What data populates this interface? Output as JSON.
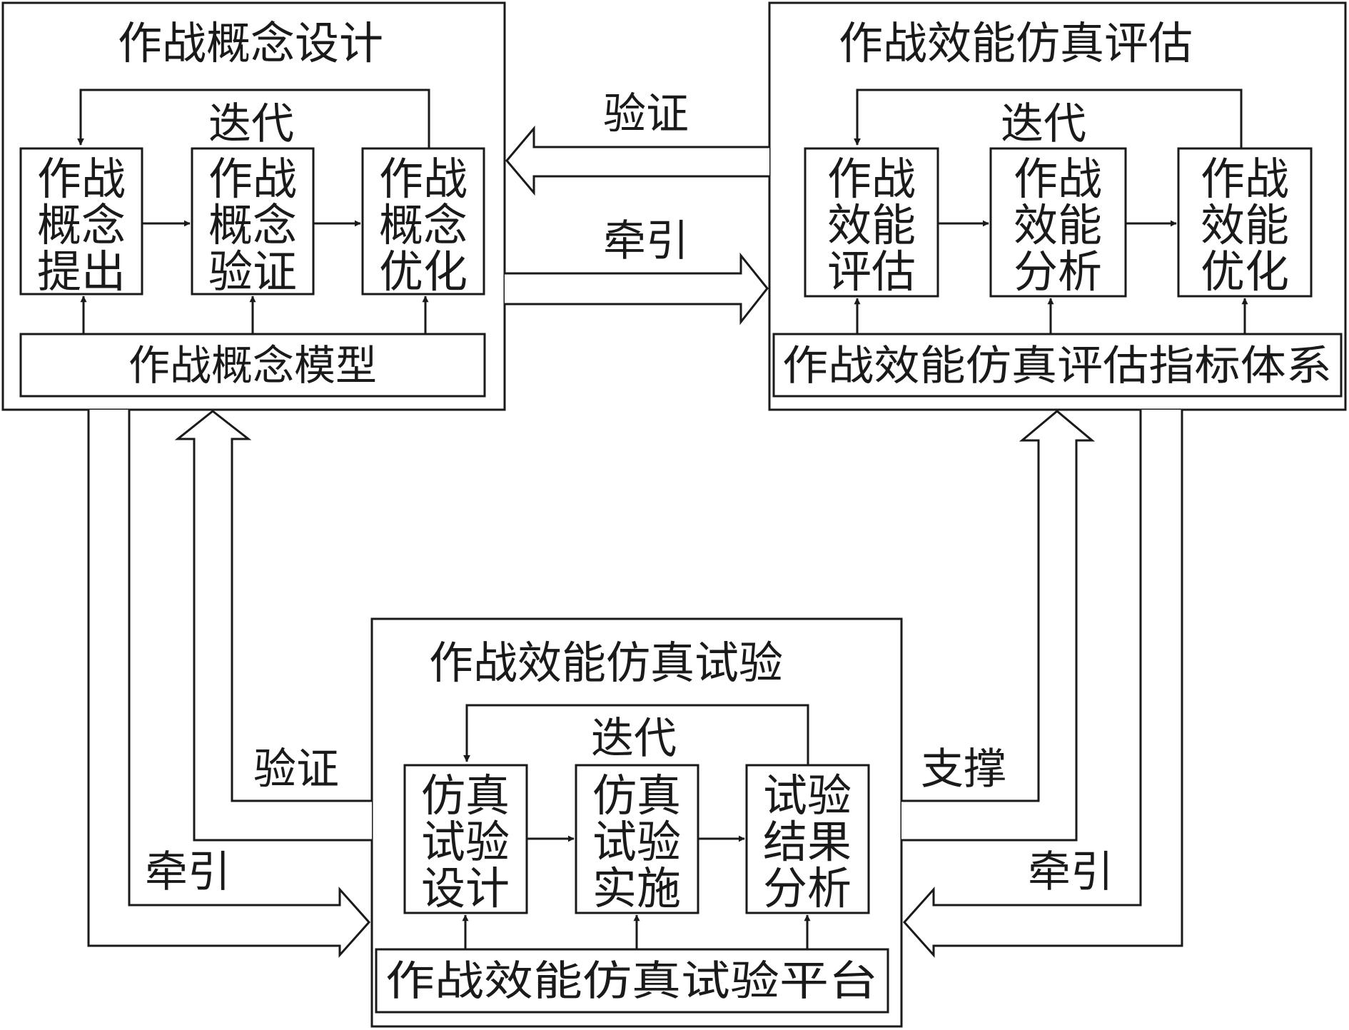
{
  "modules": {
    "concept": {
      "title": "作战概念设计",
      "iterate": "迭代",
      "steps": [
        [
          "作战",
          "概念",
          "提出"
        ],
        [
          "作战",
          "概念",
          "验证"
        ],
        [
          "作战",
          "概念",
          "优化"
        ]
      ],
      "base": "作战概念模型"
    },
    "evaluation": {
      "title": "作战效能仿真评估",
      "iterate": "迭代",
      "steps": [
        [
          "作战",
          "效能",
          "评估"
        ],
        [
          "作战",
          "效能",
          "分析"
        ],
        [
          "作战",
          "效能",
          "优化"
        ]
      ],
      "base": "作战效能仿真评估指标体系"
    },
    "experiment": {
      "title": "作战效能仿真试验",
      "iterate": "迭代",
      "steps": [
        [
          "仿真",
          "试验",
          "设计"
        ],
        [
          "仿真",
          "试验",
          "实施"
        ],
        [
          "试验",
          "结果",
          "分析"
        ]
      ],
      "base": "作战效能仿真试验平台"
    }
  },
  "links": {
    "eval_to_concept": "验证",
    "concept_to_eval": "牵引",
    "exp_to_concept": "验证",
    "concept_to_exp": "牵引",
    "exp_to_eval": "支撑",
    "eval_to_exp": "牵引"
  }
}
